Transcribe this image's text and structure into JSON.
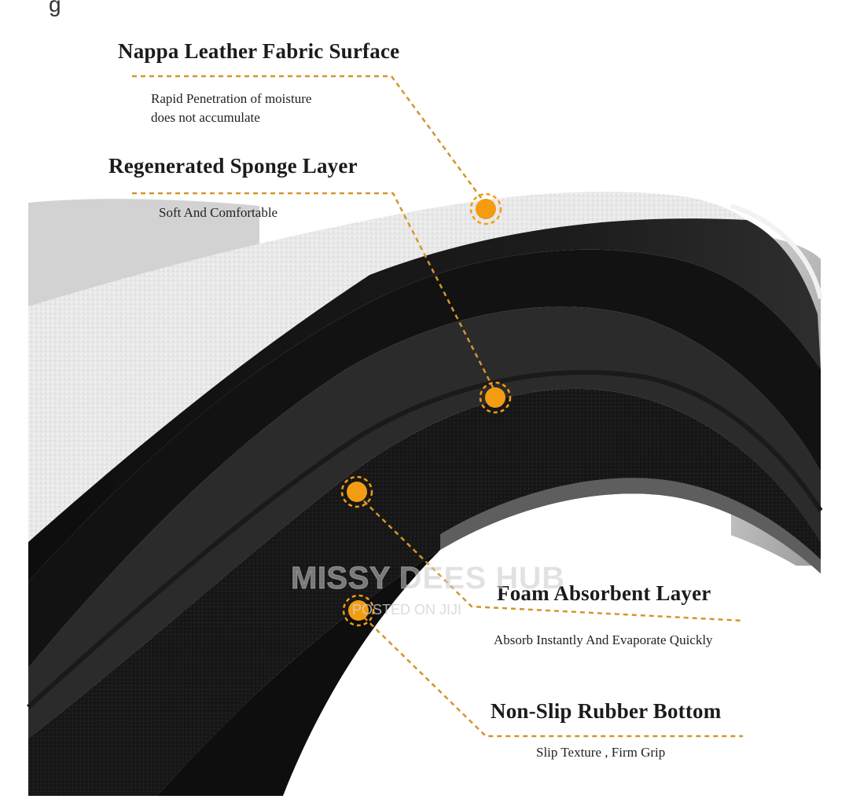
{
  "top_fragment": "g",
  "callouts": {
    "nappa": {
      "title": "Nappa Leather Fabric Surface",
      "sub_line1": "Rapid Penetration of moisture",
      "sub_line2": "does not accumulate"
    },
    "sponge": {
      "title": "Regenerated Sponge Layer",
      "sub": "Soft And Comfortable"
    },
    "foam": {
      "title": "Foam Absorbent Layer",
      "sub": "Absorb Instantly And Evaporate Quickly"
    },
    "rubber": {
      "title": "Non-Slip Rubber Bottom",
      "sub": "Slip Texture , Firm Grip"
    }
  },
  "watermark": {
    "brand": "MISSY DEES HUB",
    "posted": "POSTED ON JIJI"
  },
  "colors": {
    "accent": "#f39c12",
    "leader": "#d4952b",
    "black": "#111111",
    "gray": "#2a2a2a"
  }
}
